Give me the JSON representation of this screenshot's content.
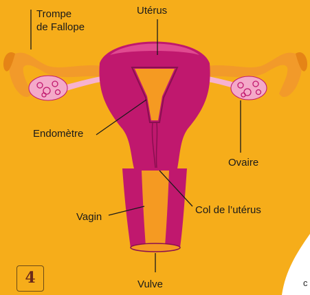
{
  "diagram": {
    "labels": {
      "trompe": [
        "Trompe",
        "de Fallope"
      ],
      "uterus": "Utérus",
      "endometre": "Endomètre",
      "ovaire": "Ovaire",
      "vagin": "Vagin",
      "col": "Col de l’utérus",
      "vulve": "Vulve"
    },
    "page_number": "4",
    "edge_letter": "c"
  },
  "colors": {
    "background": "#f6ad1a",
    "page_white": "#ffffff",
    "uterus_wall": "#c0186e",
    "uterus_dark": "#8a0f50",
    "endometrium": "#f59a22",
    "tube": "#f29a2a",
    "ovary": "#f4a9c9",
    "ligament": "#f7b2cf"
  }
}
